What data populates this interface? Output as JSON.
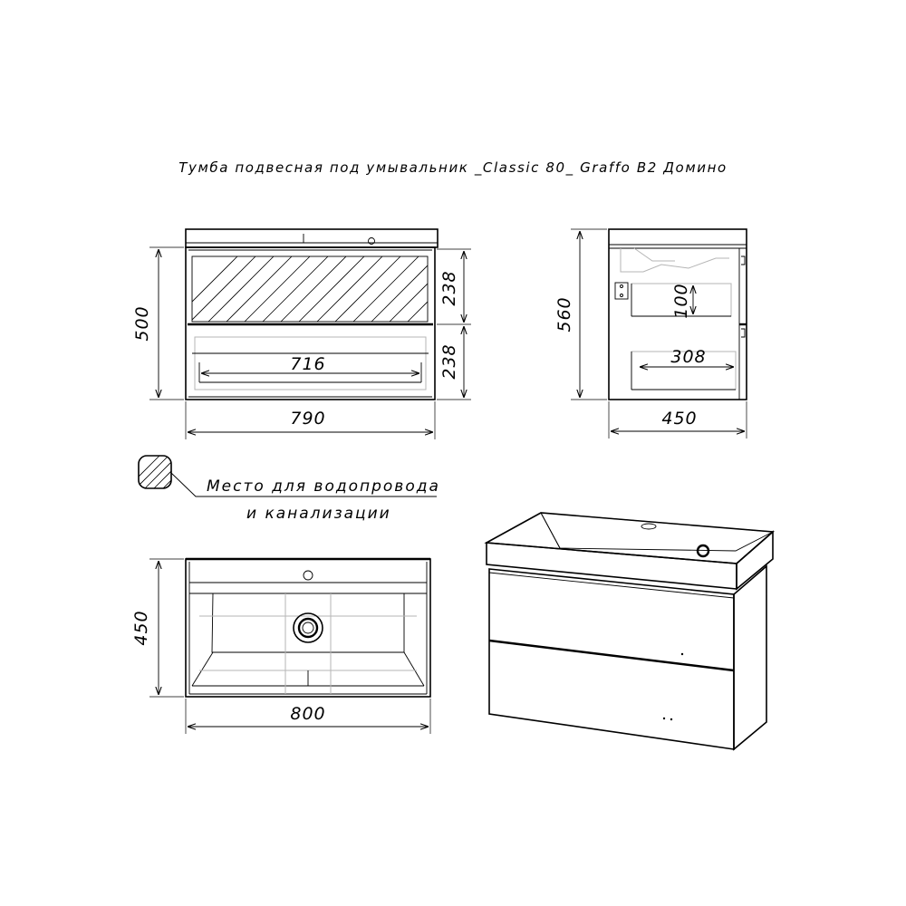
{
  "title": "Тумба подвесная под умывальник _Classic 80_ Graffo B2 Домино",
  "front_view": {
    "height_total": "500",
    "drawer_top_height": "238",
    "drawer_bottom_height": "238",
    "drawer_inner_width": "716",
    "width": "790"
  },
  "side_view": {
    "height": "560",
    "drawer_inner_height": "100",
    "drawer_inner_depth": "308",
    "depth": "450"
  },
  "top_view": {
    "depth": "450",
    "width": "800"
  },
  "legend": {
    "line1": "Место для водопровода",
    "line2": "и канализации"
  }
}
